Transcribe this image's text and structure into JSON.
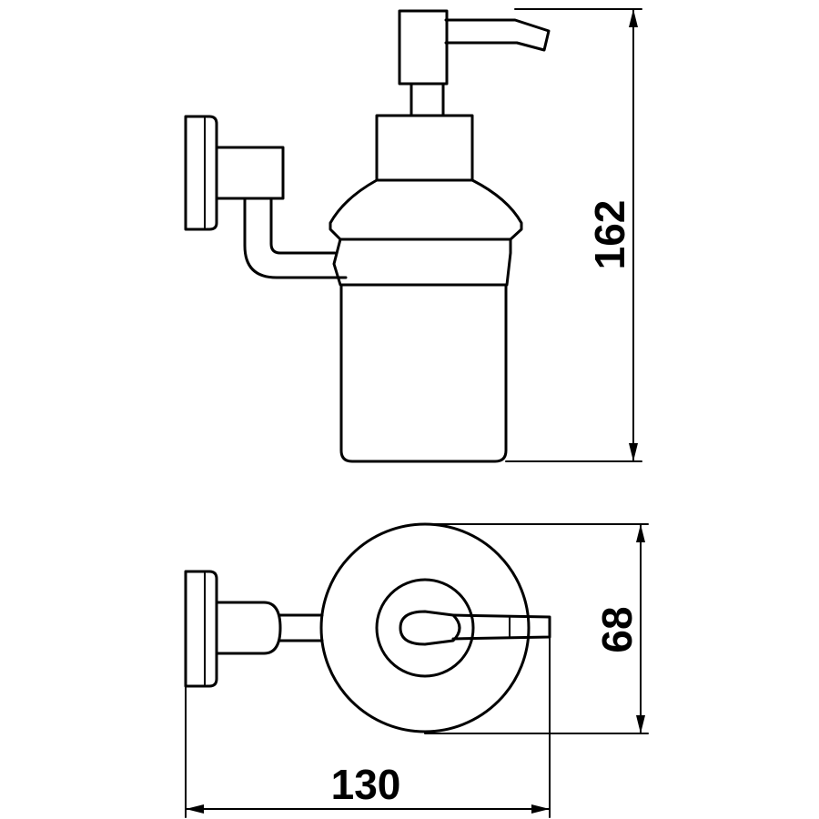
{
  "dimensions": {
    "height_label": "162",
    "depth_label": "68",
    "width_label": "130"
  },
  "colors": {
    "line": "#000000",
    "background": "#ffffff"
  }
}
